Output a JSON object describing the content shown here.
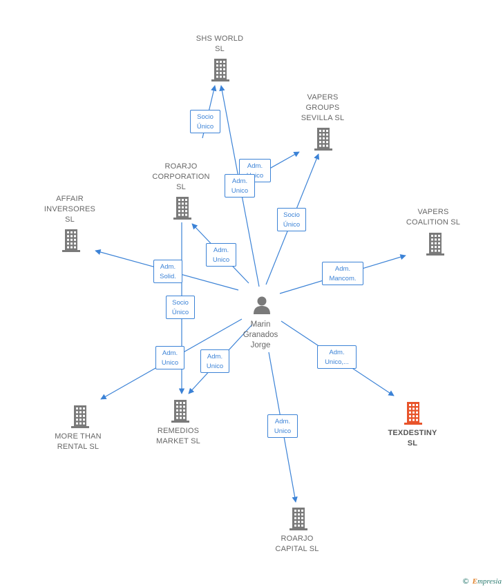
{
  "colors": {
    "edge": "#3b82d6",
    "company": "#7a7a7a",
    "highlight": "#e8542b",
    "person": "#7a7a7a"
  },
  "person": {
    "name": "Marin\nGranados\nJorge",
    "icon": "person-icon"
  },
  "companies": [
    {
      "id": "shs",
      "label": "SHS WORLD\nSL",
      "icon": "building-icon"
    },
    {
      "id": "vapers_sev",
      "label": "VAPERS\nGROUPS\nSEVILLA  SL",
      "icon": "building-icon"
    },
    {
      "id": "roarjo_corp",
      "label": "ROARJO\nCORPORATION\nSL",
      "icon": "building-icon"
    },
    {
      "id": "affair",
      "label": "AFFAIR\nINVERSORES\nSL",
      "icon": "building-icon"
    },
    {
      "id": "vapers_coal",
      "label": "VAPERS\nCOALITION  SL",
      "icon": "building-icon"
    },
    {
      "id": "more",
      "label": "MORE THAN\nRENTAL  SL",
      "icon": "building-icon"
    },
    {
      "id": "remedios",
      "label": "REMEDIOS\nMARKET  SL",
      "icon": "building-icon"
    },
    {
      "id": "texdestiny",
      "label": "TEXDESTINY\nSL",
      "icon": "building-icon",
      "highlight": true
    },
    {
      "id": "roarjo_cap",
      "label": "ROARJO\nCAPITAL  SL",
      "icon": "building-icon"
    }
  ],
  "edges": [
    {
      "id": "e1",
      "label": "Socio\nÚnico"
    },
    {
      "id": "e2",
      "label": "Adm.\nUnico"
    },
    {
      "id": "e3",
      "label": "Adm.\nUnico"
    },
    {
      "id": "e4",
      "label": "Socio\nÚnico"
    },
    {
      "id": "e5",
      "label": "Adm.\nUnico"
    },
    {
      "id": "e6",
      "label": "Adm.\nSolid."
    },
    {
      "id": "e7",
      "label": "Adm.\nMancom."
    },
    {
      "id": "e8",
      "label": "Socio\nÚnico"
    },
    {
      "id": "e9",
      "label": "Adm.\nUnico"
    },
    {
      "id": "e10",
      "label": "Adm.\nUnico"
    },
    {
      "id": "e11",
      "label": "Adm.\nUnico,..."
    },
    {
      "id": "e12",
      "label": "Adm.\nUnico"
    }
  ],
  "footer": {
    "copyright": "©",
    "brand_first": "E",
    "brand_rest": "mpresia"
  }
}
